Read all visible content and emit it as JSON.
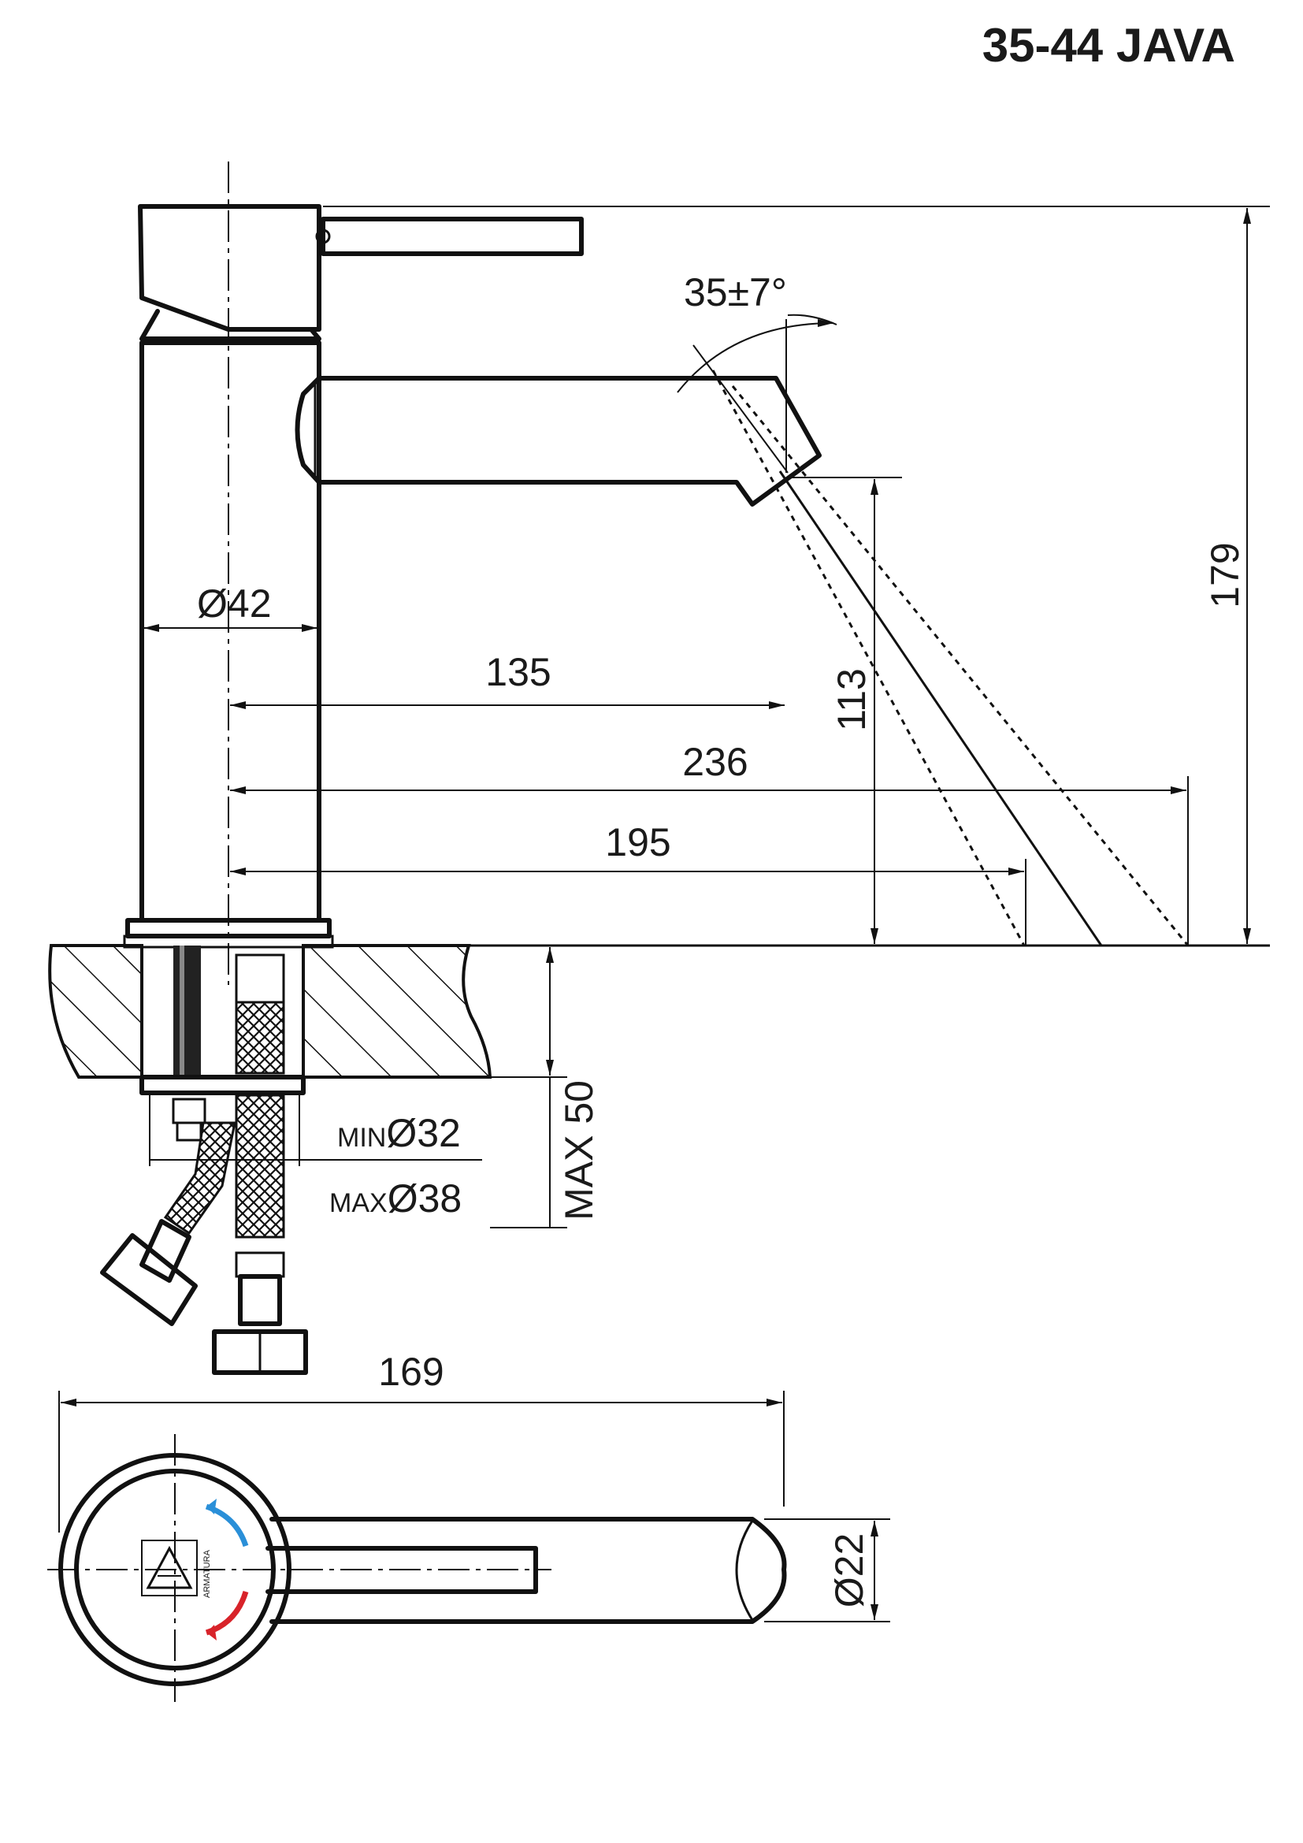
{
  "drawing": {
    "title": "35-44 JAVA",
    "dimensions": {
      "angle": "35±7°",
      "diameter_body": "Ø42",
      "spout_reach": "135",
      "jet_far": "236",
      "jet_near": "195",
      "spout_height": "113",
      "total_height": "179",
      "max_thickness": "MAX 50",
      "hole_min_prefix": "MIN",
      "hole_min_value": "Ø32",
      "hole_max_prefix": "MAX",
      "hole_max_value": "Ø38",
      "top_length": "169",
      "spout_diameter": "Ø22"
    },
    "logo_text": "ARMATURA",
    "colors": {
      "cold": "#2a8fd8",
      "hot": "#d8232a",
      "line": "#111111"
    }
  }
}
